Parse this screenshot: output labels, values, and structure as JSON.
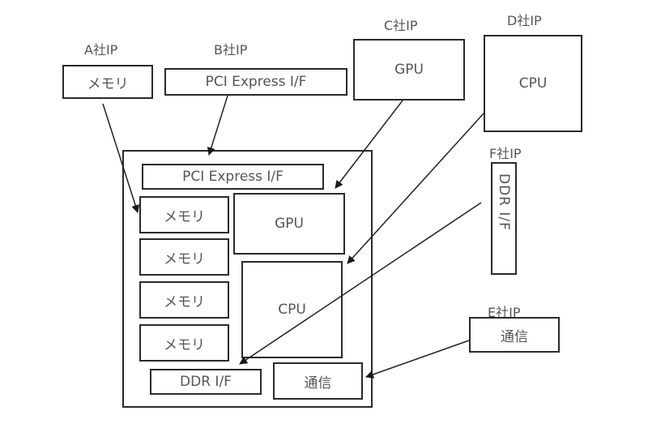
{
  "external_ips": {
    "a": {
      "vendor": "A社IP",
      "block": "メモリ"
    },
    "b": {
      "vendor": "B社IP",
      "block": "PCI Express I/F"
    },
    "c": {
      "vendor": "C社IP",
      "block": "GPU"
    },
    "d": {
      "vendor": "D社IP",
      "block": "CPU"
    },
    "e": {
      "vendor": "E社IP",
      "block": "通信"
    },
    "f": {
      "vendor": "F社IP",
      "block": "DDR I/F"
    }
  },
  "chip": {
    "pcie": "PCI Express I/F",
    "memories": [
      "メモリ",
      "メモリ",
      "メモリ",
      "メモリ"
    ],
    "gpu": "GPU",
    "cpu": "CPU",
    "ddr": "DDR I/F",
    "comm": "通信"
  },
  "connections": [
    {
      "from": "A社IP メモリ",
      "to": "メモリ"
    },
    {
      "from": "B社IP PCI Express I/F",
      "to": "PCI Express I/F"
    },
    {
      "from": "C社IP GPU",
      "to": "GPU"
    },
    {
      "from": "D社IP CPU",
      "to": "CPU"
    },
    {
      "from": "F社IP DDR I/F",
      "to": "DDR I/F"
    },
    {
      "from": "E社IP 通信",
      "to": "通信"
    }
  ]
}
